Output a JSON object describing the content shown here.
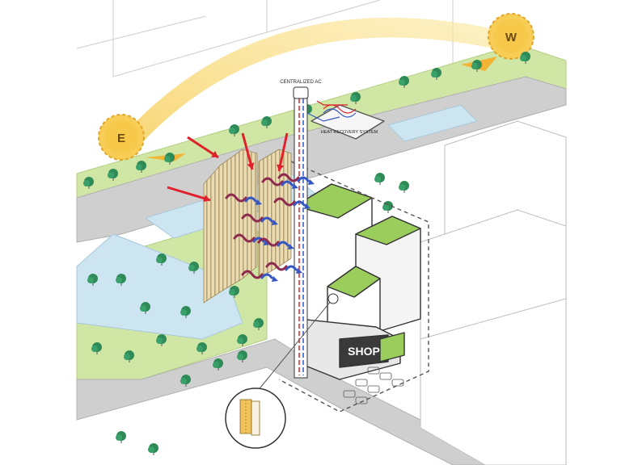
{
  "sun_labels": {
    "east": "E",
    "west": "W"
  },
  "labels": {
    "centralized_ac": "CENTRALIZED AC",
    "heat_recovery": "HEAT RECOVERY SYSTEM",
    "shop": "SHOP"
  },
  "colors": {
    "background": "#ffffff",
    "park_green": "#cfe6a4",
    "roof_green": "#9acd5c",
    "road": "#c8c8c8",
    "canal": "#cde5f0",
    "sun": "#f3c34f",
    "sun_path": "#f6dc6e",
    "hot_air": "#e0202a",
    "cool_air": "#3557c4",
    "fins": "#d9c79a",
    "tree": "#2e8b57",
    "line": "#333333"
  },
  "icons": [
    "sun-east-icon",
    "sun-west-icon",
    "heat-arrow-icon",
    "airflow-icon",
    "tree-icon",
    "detail-callout-icon"
  ]
}
